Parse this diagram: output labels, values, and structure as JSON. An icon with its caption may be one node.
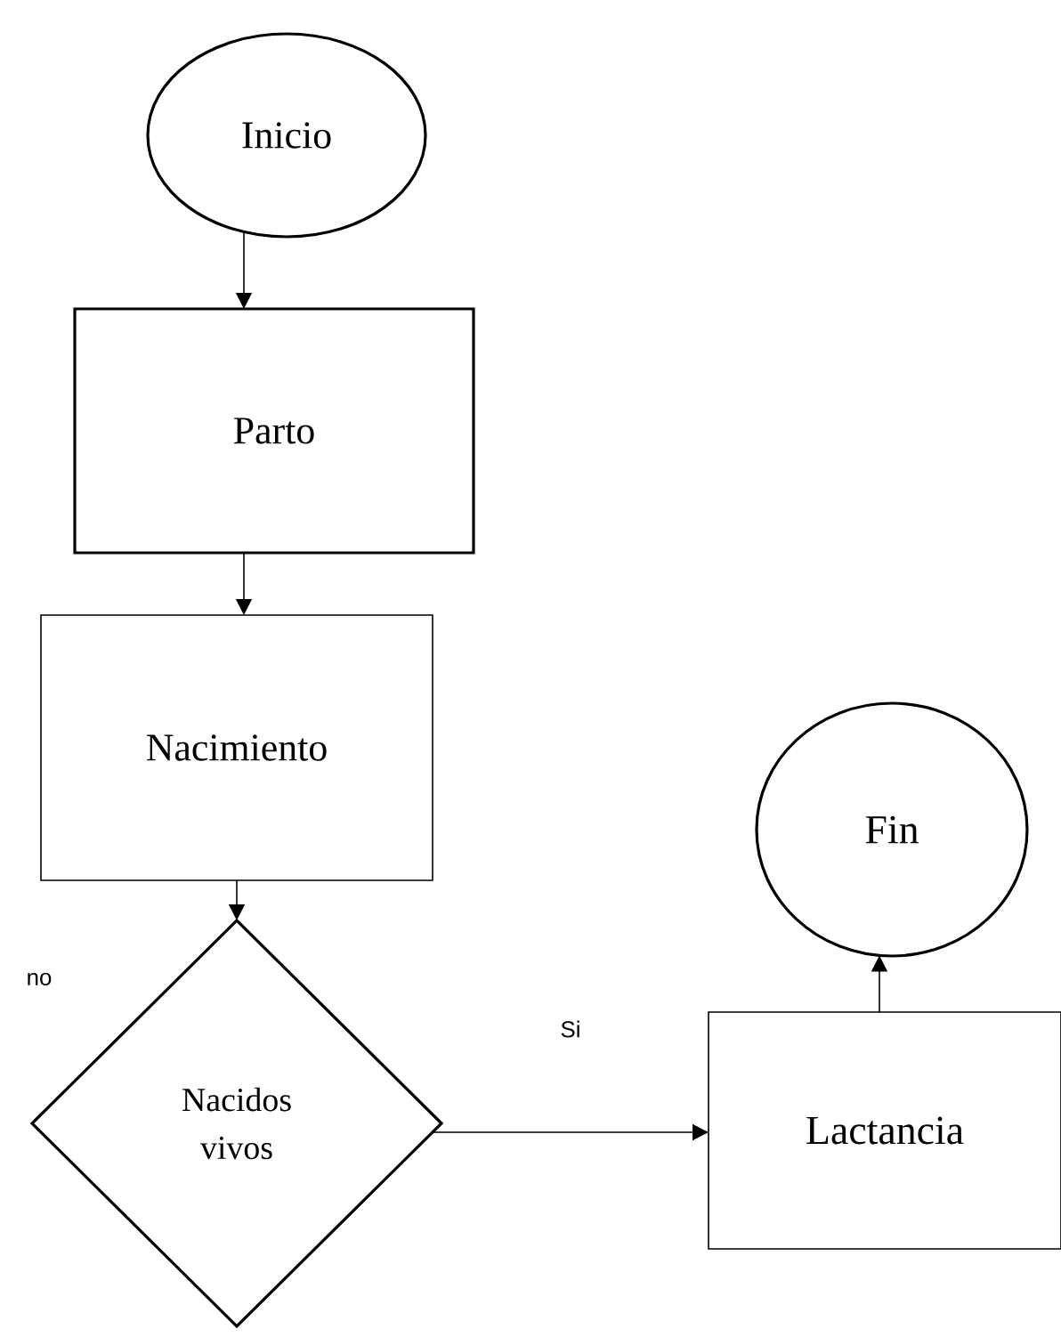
{
  "diagram": {
    "nodes": [
      {
        "text": [
          "Inicio"
        ]
      },
      {
        "text": [
          "Parto"
        ]
      },
      {
        "text": [
          "Nacimiento"
        ]
      },
      {
        "text": [
          "Nacidos vivos"
        ]
      },
      {
        "text": [
          "Lactancia"
        ]
      },
      {
        "text": [
          "Fin"
        ]
      }
    ],
    "edges": [
      {
        "from": 0,
        "to": 1,
        "arrow": "to"
      },
      {
        "from": 1,
        "to": 2,
        "arrow": "to"
      },
      {
        "from": 2,
        "to": 3,
        "arrow": "to"
      },
      {
        "from": 3,
        "to": 4,
        "arrow": "to",
        "label": "Si"
      },
      {
        "from": 4,
        "to": 5,
        "arrow": "to"
      }
    ],
    "labels": [
      "no"
    ]
  }
}
